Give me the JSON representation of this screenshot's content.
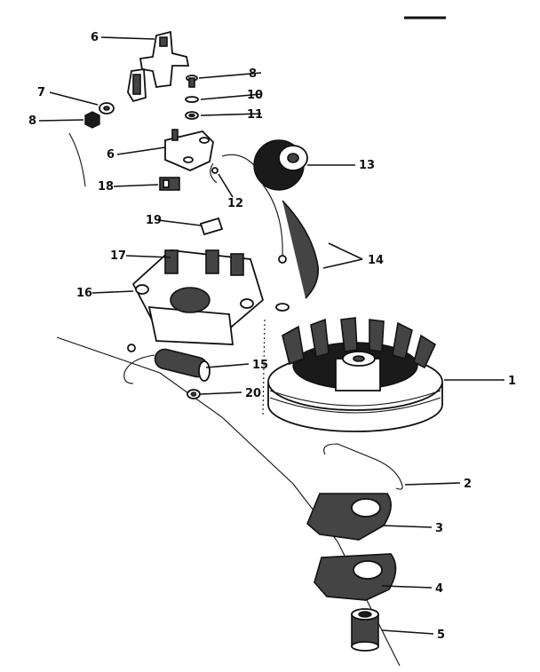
{
  "callouts": {
    "c1": "1",
    "c2": "2",
    "c3": "3",
    "c4": "4",
    "c5": "5",
    "c6a": "6",
    "c6b": "6",
    "c7": "7",
    "c8a": "8",
    "c8b": "8",
    "c10": "10",
    "c11": "11",
    "c12": "12",
    "c13": "13",
    "c14": "14",
    "c15": "15",
    "c16": "16",
    "c17": "17",
    "c18": "18",
    "c19": "19",
    "c20": "20"
  },
  "colors": {
    "ink": "#111111",
    "paper": "#ffffff"
  }
}
